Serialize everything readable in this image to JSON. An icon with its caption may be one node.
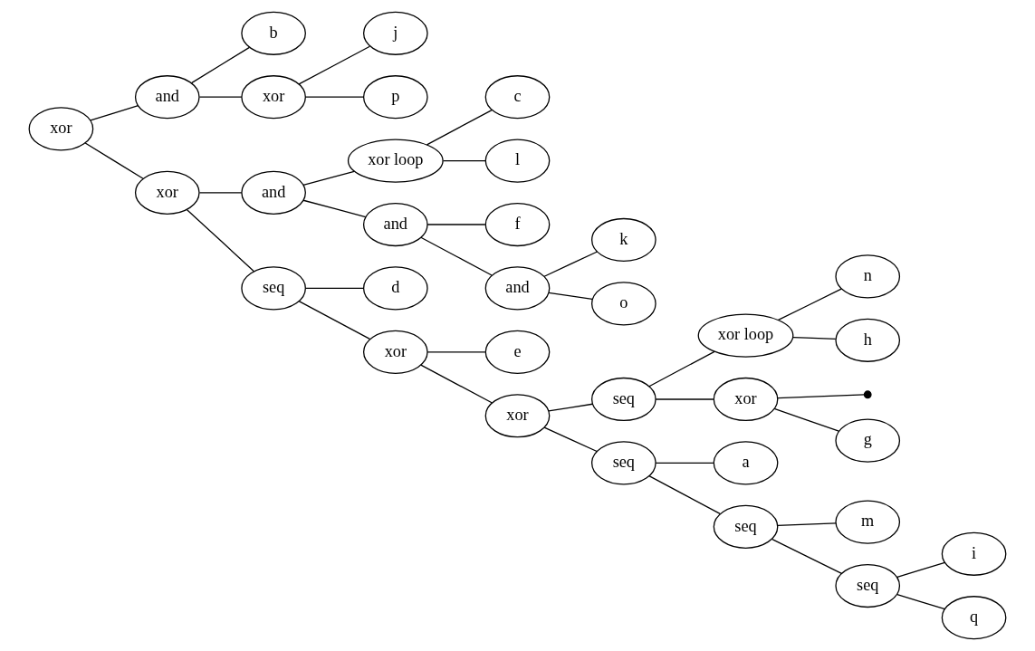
{
  "diagram": {
    "nodes": [
      {
        "text": [
          "xor"
        ]
      },
      {
        "text": [
          "and"
        ]
      },
      {
        "text": [
          "b"
        ]
      },
      {
        "text": [
          "xor"
        ]
      },
      {
        "text": [
          "j"
        ]
      },
      {
        "text": [
          "p"
        ]
      },
      {
        "text": [
          "xor"
        ]
      },
      {
        "text": [
          "and"
        ]
      },
      {
        "text": [
          "xor loop"
        ]
      },
      {
        "text": [
          "c"
        ]
      },
      {
        "text": [
          "l"
        ]
      },
      {
        "text": [
          "and"
        ]
      },
      {
        "text": [
          "f"
        ]
      },
      {
        "text": [
          "and"
        ]
      },
      {
        "text": [
          "k"
        ]
      },
      {
        "text": [
          "o"
        ]
      },
      {
        "text": [
          "seq"
        ]
      },
      {
        "text": [
          "d"
        ]
      },
      {
        "text": [
          "xor"
        ]
      },
      {
        "text": [
          "e"
        ]
      },
      {
        "text": [
          "xor"
        ]
      },
      {
        "text": [
          "seq"
        ]
      },
      {
        "text": [
          "xor loop"
        ]
      },
      {
        "text": [
          "n"
        ]
      },
      {
        "text": [
          "h"
        ]
      },
      {
        "text": [
          "xor"
        ]
      },
      {
        "text": [],
        "shape": "circle"
      },
      {
        "text": [
          "g"
        ]
      },
      {
        "text": [
          "seq"
        ]
      },
      {
        "text": [
          "a"
        ]
      },
      {
        "text": [
          "seq"
        ]
      },
      {
        "text": [
          "m"
        ]
      },
      {
        "text": [
          "seq"
        ]
      },
      {
        "text": [
          "i"
        ]
      },
      {
        "text": [
          "q"
        ]
      }
    ],
    "edges": [
      {
        "from": 0,
        "to": 1,
        "arrow": "none"
      },
      {
        "from": 1,
        "to": 2,
        "arrow": "none"
      },
      {
        "from": 1,
        "to": 3,
        "arrow": "none"
      },
      {
        "from": 3,
        "to": 4,
        "arrow": "none"
      },
      {
        "from": 3,
        "to": 5,
        "arrow": "none"
      },
      {
        "from": 0,
        "to": 6,
        "arrow": "none"
      },
      {
        "from": 6,
        "to": 7,
        "arrow": "none"
      },
      {
        "from": 7,
        "to": 8,
        "arrow": "none"
      },
      {
        "from": 8,
        "to": 9,
        "arrow": "none"
      },
      {
        "from": 8,
        "to": 10,
        "arrow": "none"
      },
      {
        "from": 7,
        "to": 11,
        "arrow": "none"
      },
      {
        "from": 11,
        "to": 12,
        "arrow": "none"
      },
      {
        "from": 11,
        "to": 13,
        "arrow": "none"
      },
      {
        "from": 13,
        "to": 14,
        "arrow": "none"
      },
      {
        "from": 13,
        "to": 15,
        "arrow": "none"
      },
      {
        "from": 6,
        "to": 16,
        "arrow": "none"
      },
      {
        "from": 16,
        "to": 17,
        "arrow": "none"
      },
      {
        "from": 16,
        "to": 18,
        "arrow": "none"
      },
      {
        "from": 18,
        "to": 19,
        "arrow": "none"
      },
      {
        "from": 18,
        "to": 20,
        "arrow": "none"
      },
      {
        "from": 20,
        "to": 21,
        "arrow": "none"
      },
      {
        "from": 21,
        "to": 22,
        "arrow": "none"
      },
      {
        "from": 22,
        "to": 23,
        "arrow": "none"
      },
      {
        "from": 22,
        "to": 24,
        "arrow": "none"
      },
      {
        "from": 21,
        "to": 25,
        "arrow": "none"
      },
      {
        "from": 25,
        "to": 26,
        "arrow": "none"
      },
      {
        "from": 25,
        "to": 27,
        "arrow": "none"
      },
      {
        "from": 20,
        "to": 28,
        "arrow": "none"
      },
      {
        "from": 28,
        "to": 29,
        "arrow": "none"
      },
      {
        "from": 28,
        "to": 30,
        "arrow": "none"
      },
      {
        "from": 30,
        "to": 31,
        "arrow": "none"
      },
      {
        "from": 30,
        "to": 32,
        "arrow": "none"
      },
      {
        "from": 32,
        "to": 33,
        "arrow": "none"
      },
      {
        "from": 32,
        "to": 34,
        "arrow": "none"
      }
    ]
  }
}
